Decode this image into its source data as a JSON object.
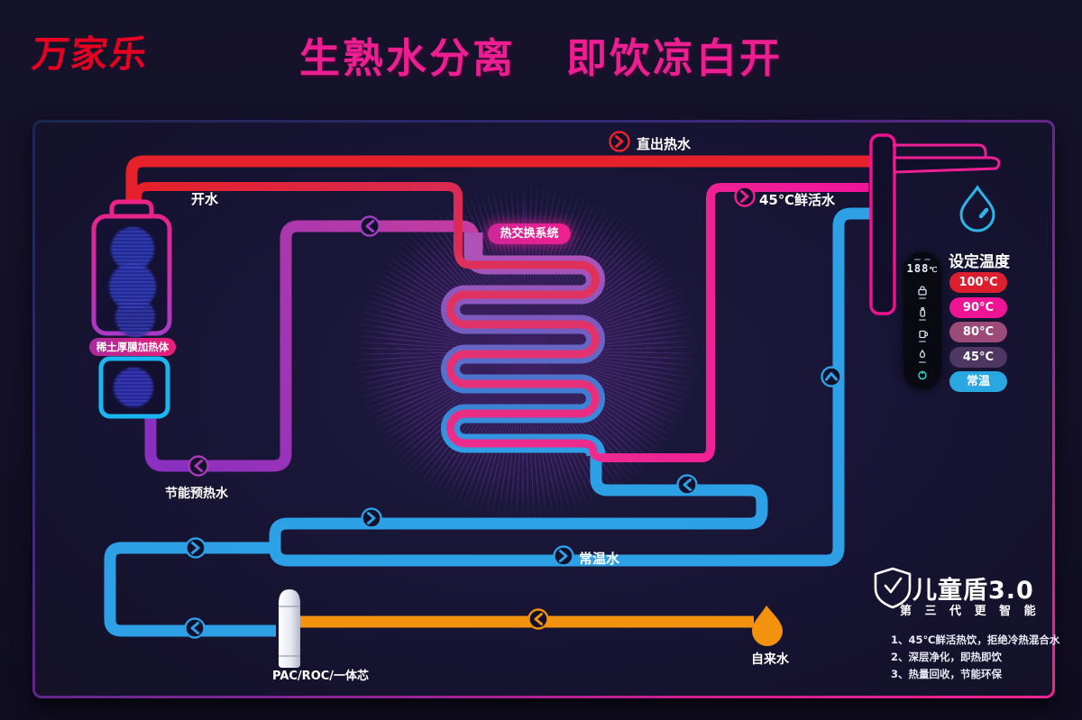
{
  "header": {
    "logo": "万家乐",
    "title": "生熟水分离   即饮凉白开"
  },
  "labels": {
    "direct_hot": "直出热水",
    "boiling": "开水",
    "fresh_45": "45℃鲜活水",
    "heater": "稀土厚膜加热体",
    "heat_exchanger": "热交换系统",
    "preheat": "节能预热水",
    "room_temp": "常温水",
    "filter": "PAC/ROC/一体芯",
    "tap_water": "自来水"
  },
  "control_panel": {
    "heading": "设定温度",
    "display_value": "188",
    "display_unit": "℃",
    "buttons": [
      {
        "label": "100°C",
        "color": "#db1f2f"
      },
      {
        "label": "90°C",
        "color": "#ee1493"
      },
      {
        "label": "80°C",
        "color": "#9c4a78"
      },
      {
        "label": "45°C",
        "color": "#4f3763"
      },
      {
        "label": "常温",
        "color": "#2aa7e0"
      }
    ],
    "icons": [
      "lock-icon",
      "baby-bottle-icon",
      "cup-icon",
      "drop-icon",
      "power-icon"
    ]
  },
  "branding": {
    "product_name": "儿童盾3.0",
    "tagline": "第 三 代    更 智 能",
    "features": [
      "1、45℃鲜活热饮，拒绝冷热混合水",
      "2、深层净化，即热即饮",
      "3、热量回收，节能环保"
    ]
  },
  "colors": {
    "brand_red": "#e60021",
    "title_pink": "#ed1d92",
    "hot_pipe": "#e6212b",
    "fresh45_pipe": "#ee2a90",
    "preheat_pipe": "#a23ec4",
    "cold_pipe": "#2da0e6",
    "tap_pipe": "#f2920f"
  }
}
